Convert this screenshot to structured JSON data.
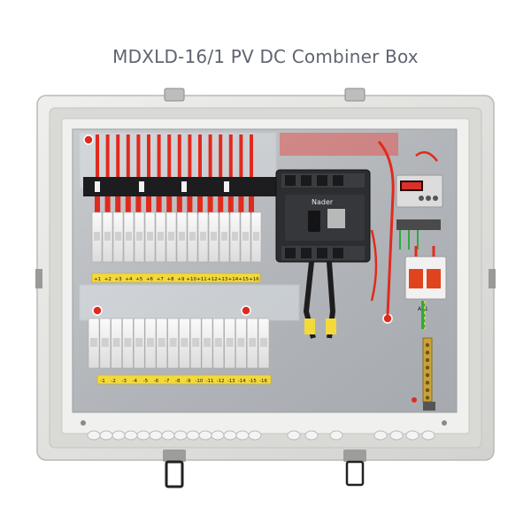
{
  "title": "MDXLD-16/1 PV DC Combiner Box",
  "colors": {
    "enclosure": "#e4e4e2",
    "backplate": "#b9bcbf",
    "cable": "#e12a1e",
    "busbar": "#1d1d1f",
    "label_strip": "#f3d93a",
    "breaker": "#2b2d30",
    "spd": "#e2431f"
  },
  "breaker": {
    "brand": "Nader"
  },
  "top_labels": [
    "+1",
    "+2",
    "+3",
    "+4",
    "+5",
    "+6",
    "+7",
    "+8",
    "+9",
    "+10",
    "+11",
    "+12",
    "+13",
    "+14",
    "+15",
    "+16"
  ],
  "bottom_labels": [
    "-1",
    "-2",
    "-3",
    "-4",
    "-5",
    "-6",
    "-7",
    "-8",
    "-9",
    "-10",
    "-11",
    "-12",
    "-13",
    "-14",
    "-15",
    "-16"
  ],
  "spd": {
    "label": "A11"
  }
}
